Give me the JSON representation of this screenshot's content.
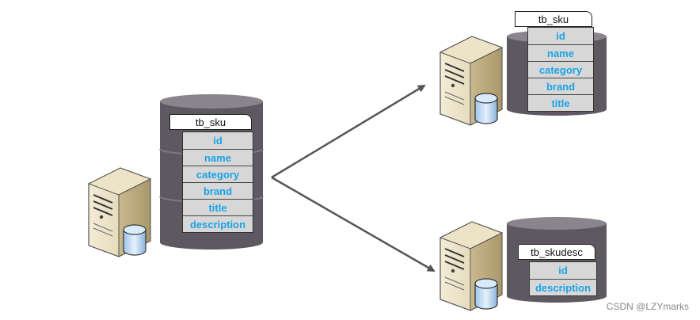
{
  "source_table": {
    "name": "tb_sku",
    "columns": [
      "id",
      "name",
      "category",
      "brand",
      "title",
      "description"
    ]
  },
  "target_tables": [
    {
      "name": "tb_sku",
      "columns": [
        "id",
        "name",
        "category",
        "brand",
        "title"
      ]
    },
    {
      "name": "tb_skudesc",
      "columns": [
        "id",
        "description"
      ]
    }
  ],
  "watermark": "CSDN @LZYmarks",
  "colors": {
    "cylinder": "#5e5861",
    "cylinder_top": "#8a848c",
    "column_text": "#1aa3e8",
    "column_bg": "#d7d7d7",
    "server_body": "#e6dcc0",
    "arrow": "#555555"
  },
  "icons": [
    "server-icon",
    "database-icon",
    "arrow-icon"
  ]
}
